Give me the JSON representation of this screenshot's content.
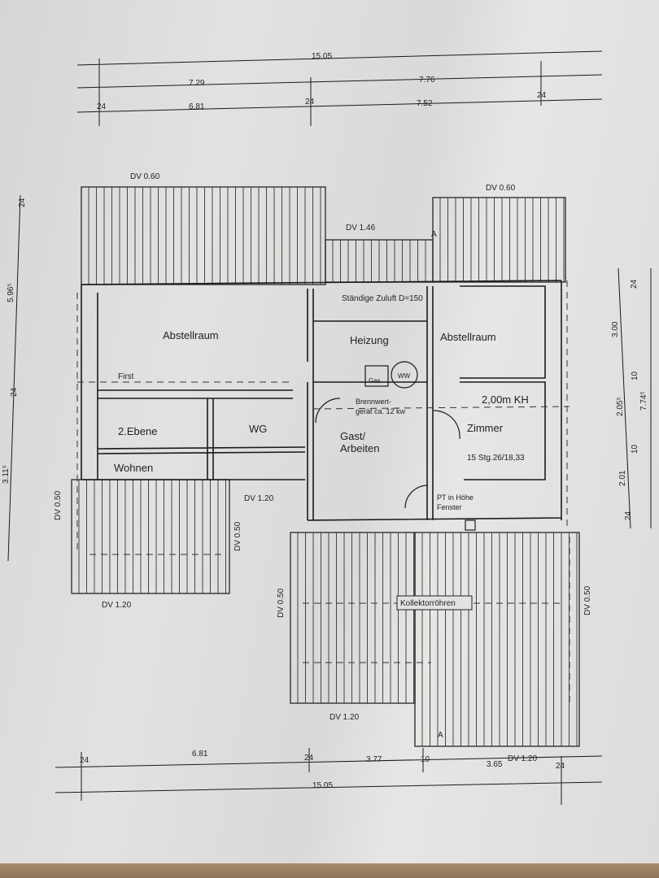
{
  "top_dimensions": {
    "total": "15.05",
    "left_outer": "7.29",
    "right_outer": "7.76",
    "wall_a": "24",
    "left_inner": "6.81",
    "wall_b": "24",
    "right_inner": "7.52",
    "wall_c": "24"
  },
  "bottom_dimensions": {
    "wall_a": "24",
    "seg_1": "6.81",
    "wall_b": "24",
    "seg_2": "3.77",
    "wall_c": "10",
    "seg_3": "3.65",
    "wall_d": "24",
    "total": "15.05"
  },
  "left_dimensions": {
    "wall_a": "24",
    "seg_1": "5.96⁵",
    "wall_b": "24",
    "seg_2": "3.11⁵"
  },
  "right_dimensions": {
    "wall_a": "24",
    "seg_1": "3.00",
    "wall_b": "10",
    "seg_2": "2.05⁵",
    "wall_c": "10",
    "seg_3": "2.01",
    "wall_d": "24",
    "total": "7.74⁵"
  },
  "roof_labels": {
    "dv_top_left": "DV 0.60",
    "dv_top_middle": "DV 1.46",
    "dv_top_right": "DV 0.60",
    "dv_left": "DV 0.50",
    "dv_inner_left": "DV 0.50",
    "dv_middle": "DV 1.20",
    "dv_bottom_left": "DV 1.20",
    "dv_lower_left": "DV 0.50",
    "dv_bottom_middle": "DV 1.20",
    "dv_right": "DV 0.50",
    "dv_bottom_right": "DV 1.20"
  },
  "rooms": {
    "abstellraum_left": "Abstellraum",
    "heizung": "Heizung",
    "abstellraum_right": "Abstellraum",
    "first": "First",
    "ebene": "2.Ebene",
    "wg": "WG",
    "wohnen": "Wohnen",
    "gast_1": "Gast/",
    "gast_2": "Arbeiten",
    "zimmer": "Zimmer",
    "kh": "2,00m KH"
  },
  "annotations": {
    "zuluft": "Ständige Zuluft D=150",
    "gas": "Gas",
    "ww": "WW",
    "brennwert_1": "Brennwert-",
    "brennwert_2": "gerät ca. 12 kw",
    "stairs": "15 Stg.26/18,33",
    "pt_1": "PT in Höhe",
    "pt_2": "Fenster",
    "kollektor": "Kollektorröhren",
    "section_a": "A"
  }
}
